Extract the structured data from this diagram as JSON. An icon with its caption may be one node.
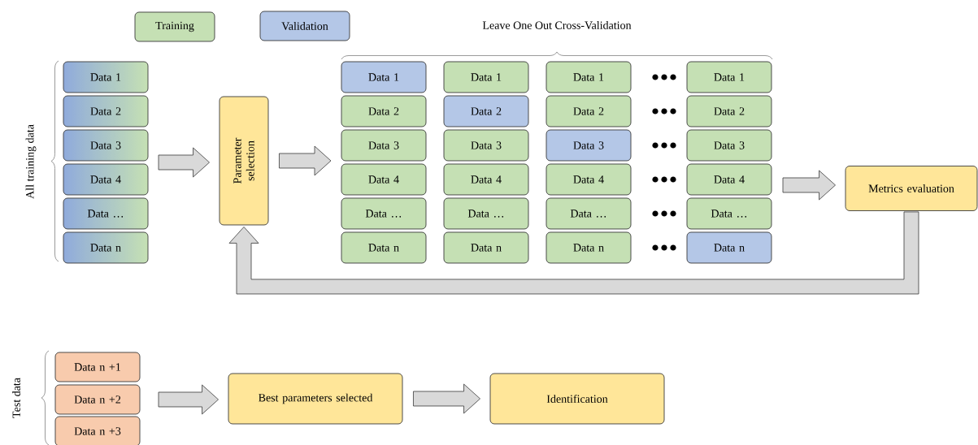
{
  "diagram": {
    "nodes": [
      {
        "text": [
          "Data 1"
        ]
      },
      {
        "text": [
          "Data 2"
        ]
      },
      {
        "text": [
          "Data 3"
        ]
      },
      {
        "text": [
          "Data 4"
        ]
      },
      {
        "text": [
          "Data …"
        ]
      },
      {
        "text": [
          "Data n"
        ]
      },
      {
        "text": [
          "Parameter selection"
        ]
      },
      {
        "text": [
          "Data 1"
        ]
      },
      {
        "text": [
          "Data 1"
        ]
      },
      {
        "text": [
          "Data 1"
        ]
      },
      {
        "text": [
          "Data 1"
        ]
      },
      {
        "text": [
          "Data 2"
        ]
      },
      {
        "text": [
          "Data 2"
        ]
      },
      {
        "text": [
          "Data 2"
        ]
      },
      {
        "text": [
          "Data 2"
        ]
      },
      {
        "text": [
          "Data 3"
        ]
      },
      {
        "text": [
          "Data 3"
        ]
      },
      {
        "text": [
          "Data 3"
        ]
      },
      {
        "text": [
          "Data 3"
        ]
      },
      {
        "text": [
          "Data 4"
        ]
      },
      {
        "text": [
          "Data 4"
        ]
      },
      {
        "text": [
          "Data 4"
        ]
      },
      {
        "text": [
          "Data 4"
        ]
      },
      {
        "text": [
          "Data …"
        ]
      },
      {
        "text": [
          "Data …"
        ]
      },
      {
        "text": [
          "Data …"
        ]
      },
      {
        "text": [
          "Data …"
        ]
      },
      {
        "text": [
          "Data n"
        ]
      },
      {
        "text": [
          "Data n"
        ]
      },
      {
        "text": [
          "Data n"
        ]
      },
      {
        "text": [
          "Data n"
        ]
      },
      {
        "text": [
          "Metrics evaluation"
        ]
      },
      {
        "text": [
          "Data n +1"
        ]
      },
      {
        "text": [
          "Data n +2"
        ]
      },
      {
        "text": [
          "Data n +3"
        ]
      },
      {
        "text": [
          "Best parameters selected"
        ]
      },
      {
        "text": [
          "Identification"
        ]
      }
    ],
    "edges": [
      {
        "from": null,
        "to": 6,
        "arrow": "to"
      },
      {
        "from": 6,
        "to": null,
        "arrow": "to"
      },
      {
        "from": null,
        "to": 31,
        "arrow": "to"
      },
      {
        "from": 31,
        "to": 6,
        "arrow": "to"
      },
      {
        "from": null,
        "to": 35,
        "arrow": "to"
      },
      {
        "from": 35,
        "to": 36,
        "arrow": "to"
      }
    ],
    "labels": [
      "Leave One Out Cross-Validation",
      "All training data",
      "Test data"
    ],
    "legend": [
      {
        "text": "Training",
        "color": "#c5e0b4"
      },
      {
        "text": "Validation",
        "color": "#b4c7e7"
      }
    ]
  }
}
